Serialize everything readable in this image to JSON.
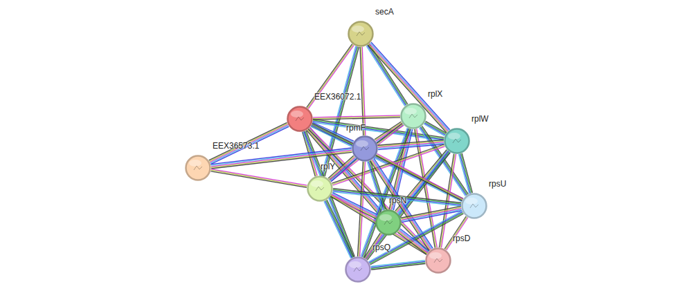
{
  "diagram": {
    "nodes": [
      {
        "text": [
          "secA"
        ]
      },
      {
        "text": [
          "EEX36072.1"
        ]
      },
      {
        "text": [
          "rplX"
        ]
      },
      {
        "text": [
          "rplW"
        ]
      },
      {
        "text": [
          "rpmF"
        ]
      },
      {
        "text": [
          "EEX36573.1"
        ]
      },
      {
        "text": [
          "rplY"
        ]
      },
      {
        "text": [
          "rpsU"
        ]
      },
      {
        "text": [
          "rpsN"
        ]
      },
      {
        "text": [
          "rpsD"
        ]
      },
      {
        "text": [
          "rpsQ"
        ]
      }
    ],
    "edges": [
      {
        "from": 0,
        "to": 1,
        "arrow": "none"
      },
      {
        "from": 0,
        "to": 2,
        "arrow": "none"
      },
      {
        "from": 0,
        "to": 3,
        "arrow": "none"
      },
      {
        "from": 0,
        "to": 4,
        "arrow": "none"
      },
      {
        "from": 0,
        "to": 6,
        "arrow": "none"
      },
      {
        "from": 1,
        "to": 5,
        "arrow": "none"
      },
      {
        "from": 1,
        "to": 2,
        "arrow": "none"
      },
      {
        "from": 1,
        "to": 3,
        "arrow": "none"
      },
      {
        "from": 1,
        "to": 4,
        "arrow": "none"
      },
      {
        "from": 1,
        "to": 6,
        "arrow": "none"
      },
      {
        "from": 1,
        "to": 7,
        "arrow": "none"
      },
      {
        "from": 1,
        "to": 8,
        "arrow": "none"
      },
      {
        "from": 1,
        "to": 9,
        "arrow": "none"
      },
      {
        "from": 1,
        "to": 10,
        "arrow": "none"
      },
      {
        "from": 5,
        "to": 4,
        "arrow": "none"
      },
      {
        "from": 5,
        "to": 6,
        "arrow": "none"
      },
      {
        "from": 2,
        "to": 3,
        "arrow": "none"
      },
      {
        "from": 2,
        "to": 4,
        "arrow": "none"
      },
      {
        "from": 2,
        "to": 6,
        "arrow": "none"
      },
      {
        "from": 2,
        "to": 7,
        "arrow": "none"
      },
      {
        "from": 2,
        "to": 8,
        "arrow": "none"
      },
      {
        "from": 2,
        "to": 9,
        "arrow": "none"
      },
      {
        "from": 2,
        "to": 10,
        "arrow": "none"
      },
      {
        "from": 3,
        "to": 4,
        "arrow": "none"
      },
      {
        "from": 3,
        "to": 6,
        "arrow": "none"
      },
      {
        "from": 3,
        "to": 7,
        "arrow": "none"
      },
      {
        "from": 3,
        "to": 8,
        "arrow": "none"
      },
      {
        "from": 3,
        "to": 9,
        "arrow": "none"
      },
      {
        "from": 3,
        "to": 10,
        "arrow": "none"
      },
      {
        "from": 4,
        "to": 6,
        "arrow": "none"
      },
      {
        "from": 4,
        "to": 7,
        "arrow": "none"
      },
      {
        "from": 4,
        "to": 8,
        "arrow": "none"
      },
      {
        "from": 4,
        "to": 9,
        "arrow": "none"
      },
      {
        "from": 4,
        "to": 10,
        "arrow": "none"
      },
      {
        "from": 6,
        "to": 7,
        "arrow": "none"
      },
      {
        "from": 6,
        "to": 8,
        "arrow": "none"
      },
      {
        "from": 6,
        "to": 9,
        "arrow": "none"
      },
      {
        "from": 6,
        "to": 10,
        "arrow": "none"
      },
      {
        "from": 7,
        "to": 8,
        "arrow": "none"
      },
      {
        "from": 7,
        "to": 9,
        "arrow": "none"
      },
      {
        "from": 7,
        "to": 10,
        "arrow": "none"
      },
      {
        "from": 8,
        "to": 9,
        "arrow": "none"
      },
      {
        "from": 8,
        "to": 10,
        "arrow": "none"
      },
      {
        "from": 9,
        "to": 10,
        "arrow": "none"
      }
    ]
  }
}
